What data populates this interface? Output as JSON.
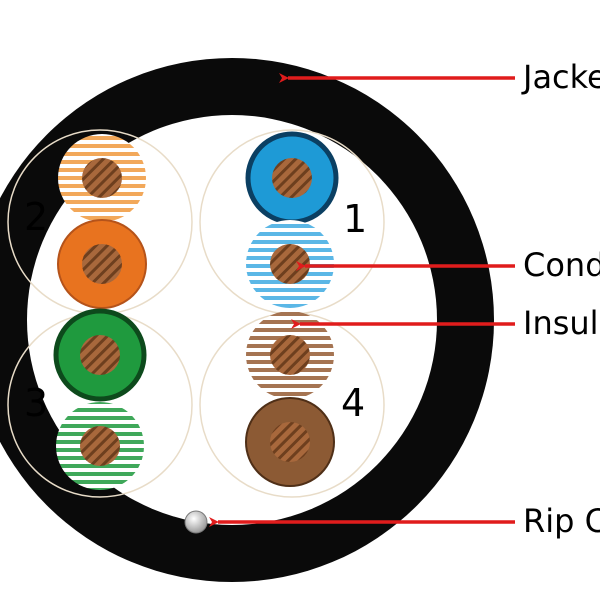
{
  "callouts": {
    "jacket": "Jacket",
    "conductor": "Conductor",
    "insulation": "Insulation",
    "rip_cord": "Rip Cord"
  },
  "pairs": [
    {
      "number": "1",
      "solid": "blue",
      "striped": "blue-white"
    },
    {
      "number": "2",
      "solid": "orange",
      "striped": "orange-white"
    },
    {
      "number": "3",
      "solid": "green",
      "striped": "green-white"
    },
    {
      "number": "4",
      "solid": "brown",
      "striped": "brown-white"
    }
  ],
  "colors": {
    "jacket": "#0a0a0a",
    "blue": "#1e9ad6",
    "orange": "#e8731f",
    "green": "#1f9a3e",
    "brown": "#8c5a34",
    "copper": "#a8683c",
    "arrow": "#e01c1c"
  }
}
